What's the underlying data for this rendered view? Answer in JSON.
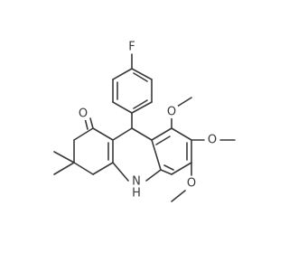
{
  "molecule": {
    "atoms": {
      "fluorine": "F",
      "carbonyl_oxygen": "O",
      "methoxy_oxygen_1": "O",
      "methoxy_oxygen_2": "O",
      "methoxy_oxygen_3": "O",
      "amine": "H\nN"
    },
    "amine_h": "H",
    "amine_n": "N"
  },
  "colors": {
    "bond": "#3a3a3a",
    "background": "#ffffff"
  }
}
